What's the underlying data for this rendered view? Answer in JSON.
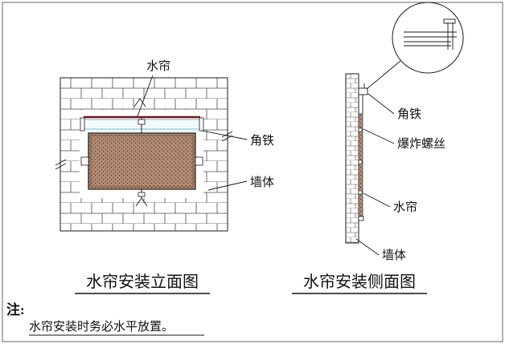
{
  "front_view": {
    "title": "水帘安装立面图",
    "labels": {
      "water_curtain": "水帘",
      "angle_iron": "角铁",
      "wall": "墙体"
    }
  },
  "side_view": {
    "title": "水帘安装侧面图",
    "labels": {
      "angle_iron": "角铁",
      "explosion_bolt": "爆炸螺丝",
      "water_curtain": "水帘",
      "wall": "墙体"
    }
  },
  "note": {
    "prefix": "注:",
    "text": "水帘安装时务必水平放置。"
  },
  "colors": {
    "line": "#1a1a1a",
    "curtain_fill": "#b08b74",
    "curtain_dot": "#59281d",
    "top_bar": "#7b1212",
    "frame_accent": "#5bc8dc"
  }
}
